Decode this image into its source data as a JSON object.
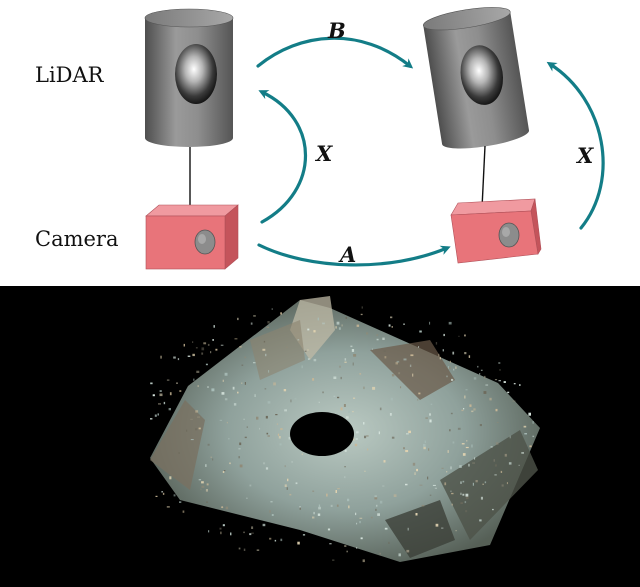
{
  "labels": {
    "lidar": "LiDAR",
    "camera": "Camera",
    "transform_a": "A",
    "transform_b": "B",
    "transform_x": "X"
  },
  "colors": {
    "arrow": "#137d87",
    "camera_body": "#e8747a",
    "lens": "#8c8c8c",
    "lidar_body": "#8a8a8a",
    "pointcloud_background": "#000000"
  }
}
